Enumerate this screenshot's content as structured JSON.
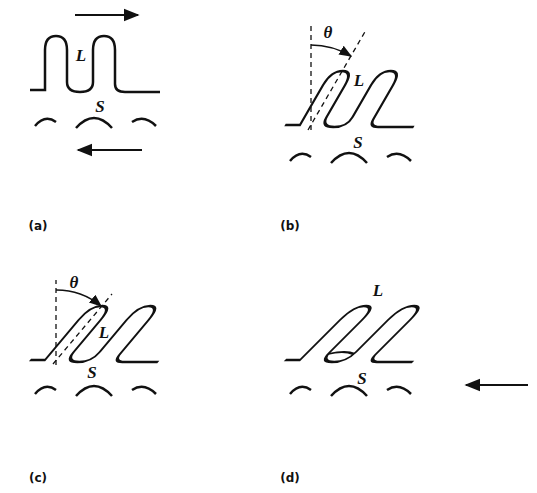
{
  "diagram": {
    "labels": [
      "L",
      "S",
      "(a)",
      "θ",
      "L",
      "S",
      "(b)",
      "θ",
      "L",
      "S",
      "(c)",
      "L",
      "S",
      "(d)"
    ]
  }
}
